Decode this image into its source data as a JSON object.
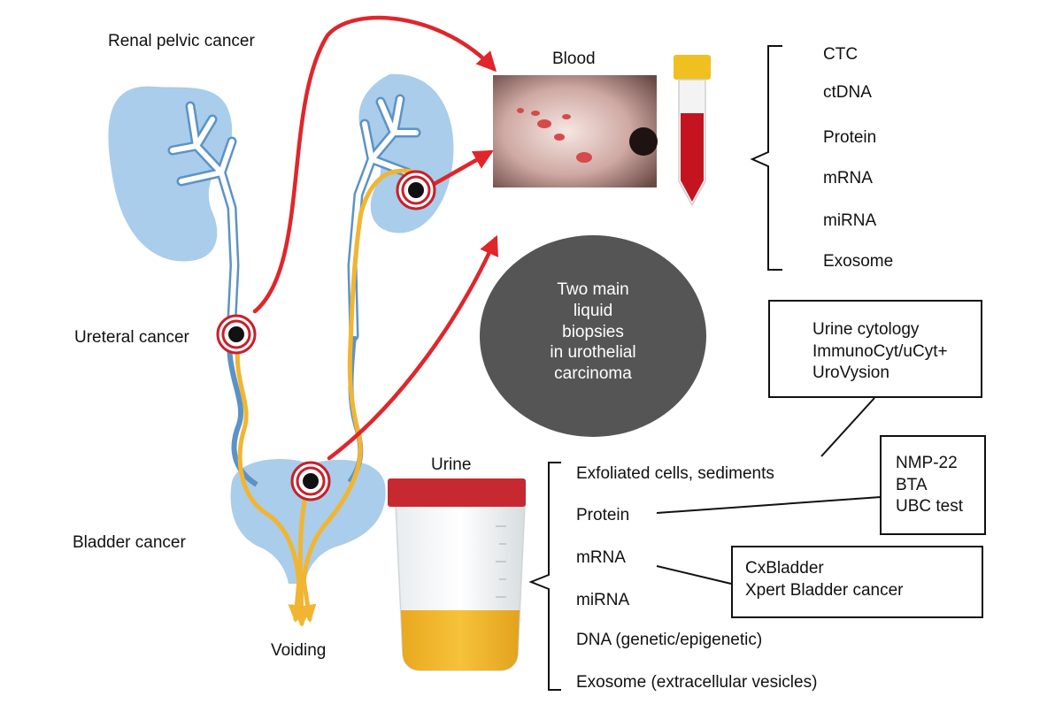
{
  "labels": {
    "renal_pelvic": "Renal pelvic cancer",
    "ureteral": "Ureteral cancer",
    "bladder": "Bladder cancer",
    "voiding": "Voiding",
    "blood": "Blood",
    "urine": "Urine"
  },
  "center": {
    "lines": [
      "Two main",
      "liquid",
      "biopsies",
      "in urothelial",
      "carcinoma"
    ]
  },
  "blood_markers": [
    "CTC",
    "ctDNA",
    "Protein",
    "mRNA",
    "miRNA",
    "Exosome"
  ],
  "urine_markers": [
    "Exfoliated cells, sediments",
    "Protein",
    "mRNA",
    "miRNA",
    "DNA (genetic/epigenetic)",
    "Exosome (extracellular vesicles)"
  ],
  "tests": {
    "cytology": [
      "Urine cytology",
      "ImmunoCyt/uCyt+",
      "UroVysion"
    ],
    "protein": [
      "NMP-22",
      "BTA",
      "UBC test"
    ],
    "mrna": [
      "CxBladder",
      "Xpert Bladder cancer"
    ]
  },
  "colors": {
    "kidney": "#a9cdea",
    "ureter_blue": "#5b93c6",
    "urine_yellow": "#f2b531",
    "arrow_red": "#e0262b",
    "tumor_ring": "#c8202a",
    "center_circle": "#555555",
    "cap_red": "#c62a30",
    "tube_cap": "#f0c020",
    "blood": "#c4141f"
  }
}
